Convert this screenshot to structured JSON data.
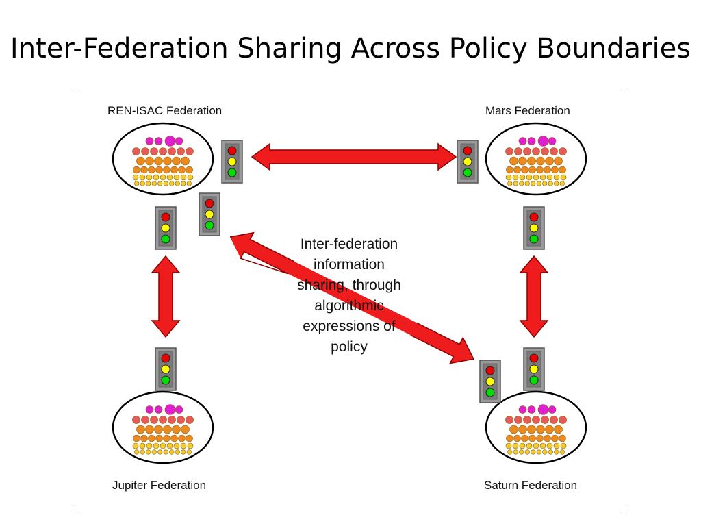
{
  "title": "Inter-Federation Sharing Across Policy Boundaries",
  "federations": {
    "ren_isac": "REN-ISAC Federation",
    "mars": "Mars Federation",
    "jupiter": "Jupiter Federation",
    "saturn": "Saturn Federation"
  },
  "note_lines": [
    "Inter-federation",
    "information",
    "sharing, through",
    "algorithmic",
    "expressions of",
    "policy"
  ],
  "colors": {
    "arrow": "#ee1c1c",
    "light_red": "#ee0000",
    "light_yellow": "#ffff00",
    "light_green": "#00e000",
    "dot_magenta": "#e020d0",
    "dot_salmon": "#e85a5a",
    "dot_orange": "#ec8a1e",
    "dot_yellow": "#f3cc30"
  }
}
